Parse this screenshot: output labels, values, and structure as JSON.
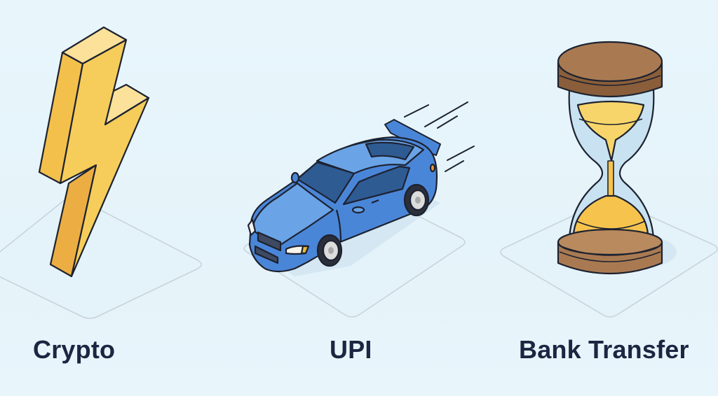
{
  "scene": {
    "background_color": "#e7f4fb",
    "description": "Payment method speed comparison illustration"
  },
  "items": [
    {
      "label": "Crypto",
      "icon": "lightning-bolt-icon",
      "meaning": "fastest",
      "color": "#f6cd5a"
    },
    {
      "label": "UPI",
      "icon": "race-car-icon",
      "meaning": "fast",
      "color": "#4a86d8"
    },
    {
      "label": "Bank Transfer",
      "icon": "hourglass-icon",
      "meaning": "slow",
      "color": "#a97a52"
    }
  ],
  "colors": {
    "label_text": "#1b2642",
    "outline": "#1d2230",
    "platform_stroke": "#c9d5dc",
    "bolt_front": "#f6cd5a",
    "bolt_top": "#fbe195",
    "bolt_side": "#efb43f",
    "car_body": "#4a86d8",
    "car_light": "#6aa3e6",
    "car_glass": "#2f5b93",
    "wood": "#a97a52",
    "wood_dark": "#8a5e3a",
    "glass": "#c9e2f1",
    "sand": "#f6c34d"
  }
}
